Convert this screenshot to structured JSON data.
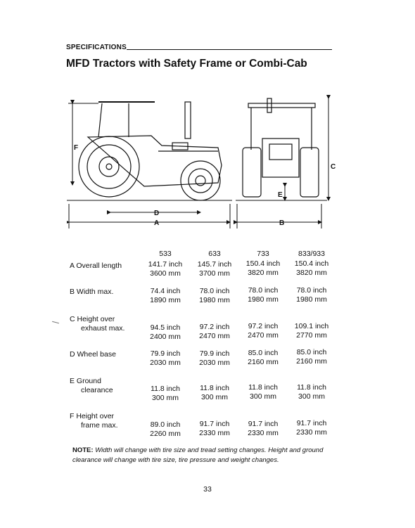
{
  "header": {
    "section": "SPECIFICATIONS",
    "title": "MFD Tractors with Safety Frame or Combi-Cab"
  },
  "figure": {
    "letters": [
      "A",
      "B",
      "C",
      "D",
      "E",
      "F"
    ]
  },
  "table": {
    "models": [
      "533",
      "633",
      "733",
      "833/933"
    ],
    "rows": [
      {
        "label": [
          "A Overall length"
        ],
        "values": [
          [
            "141.7 inch",
            "3600 mm"
          ],
          [
            "145.7 inch",
            "3700 mm"
          ],
          [
            "150.4 inch",
            "3820 mm"
          ],
          [
            "150.4 inch",
            "3820 mm"
          ]
        ]
      },
      {
        "label": [
          "B Width max."
        ],
        "values": [
          [
            "74.4 inch",
            "1890 mm"
          ],
          [
            "78.0 inch",
            "1980 mm"
          ],
          [
            "78.0 inch",
            "1980 mm"
          ],
          [
            "78.0 inch",
            "1980 mm"
          ]
        ]
      },
      {
        "label": [
          "C Height over",
          "exhaust max."
        ],
        "values": [
          [
            "94.5 inch",
            "2400 mm"
          ],
          [
            "97.2 inch",
            "2470 mm"
          ],
          [
            "97.2 inch",
            "2470 mm"
          ],
          [
            "109.1 inch",
            "2770 mm"
          ]
        ]
      },
      {
        "label": [
          "D Wheel base"
        ],
        "values": [
          [
            "79.9 inch",
            "2030 mm"
          ],
          [
            "79.9 inch",
            "2030 mm"
          ],
          [
            "85.0 inch",
            "2160 mm"
          ],
          [
            "85.0 inch",
            "2160 mm"
          ]
        ]
      },
      {
        "label": [
          "E Ground",
          "clearance"
        ],
        "values": [
          [
            "11.8 inch",
            "300 mm"
          ],
          [
            "11.8 inch",
            "300 mm"
          ],
          [
            "11.8 inch",
            "300 mm"
          ],
          [
            "11.8 inch",
            "300 mm"
          ]
        ]
      },
      {
        "label": [
          "F Height over",
          "frame max."
        ],
        "values": [
          [
            "89.0 inch",
            "2260 mm"
          ],
          [
            "91.7 inch",
            "2330 mm"
          ],
          [
            "91.7 inch",
            "2330 mm"
          ],
          [
            "91.7 inch",
            "2330 mm"
          ]
        ]
      }
    ]
  },
  "note": {
    "label": "NOTE:",
    "text": "Width will change with tire size and tread setting changes. Height and ground clearance will change with tire size, tire pressure and weight changes."
  },
  "page_number": "33"
}
